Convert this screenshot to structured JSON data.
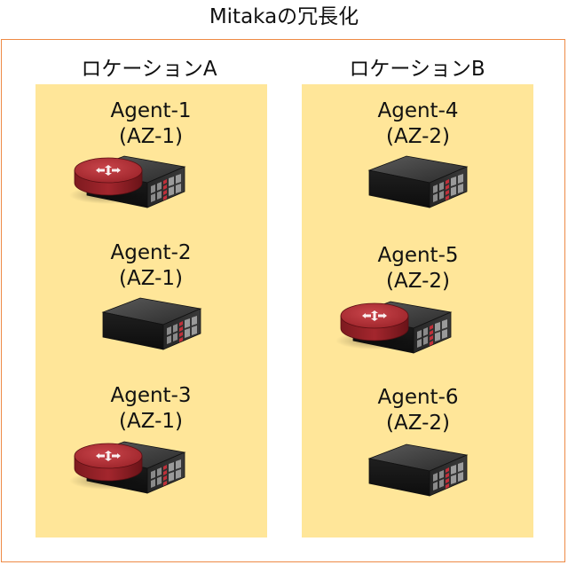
{
  "diagram": {
    "title": "Mitakaの冗長化",
    "colors": {
      "frame_border": "#ee8a45",
      "location_fill": "#ffe699",
      "router_red": "#a0262c",
      "server_dark": "#2a2a2a"
    },
    "locations": [
      {
        "label": "ロケーションA",
        "agents": [
          {
            "name": "Agent-1",
            "az": "(AZ-1)",
            "icon": "router-server-icon"
          },
          {
            "name": "Agent-2",
            "az": "(AZ-1)",
            "icon": "server-icon"
          },
          {
            "name": "Agent-3",
            "az": "(AZ-1)",
            "icon": "router-server-icon"
          }
        ]
      },
      {
        "label": "ロケーションB",
        "agents": [
          {
            "name": "Agent-4",
            "az": "(AZ-2)",
            "icon": "server-icon"
          },
          {
            "name": "Agent-5",
            "az": "(AZ-2)",
            "icon": "router-server-icon"
          },
          {
            "name": "Agent-6",
            "az": "(AZ-2)",
            "icon": "server-icon"
          }
        ]
      }
    ]
  }
}
